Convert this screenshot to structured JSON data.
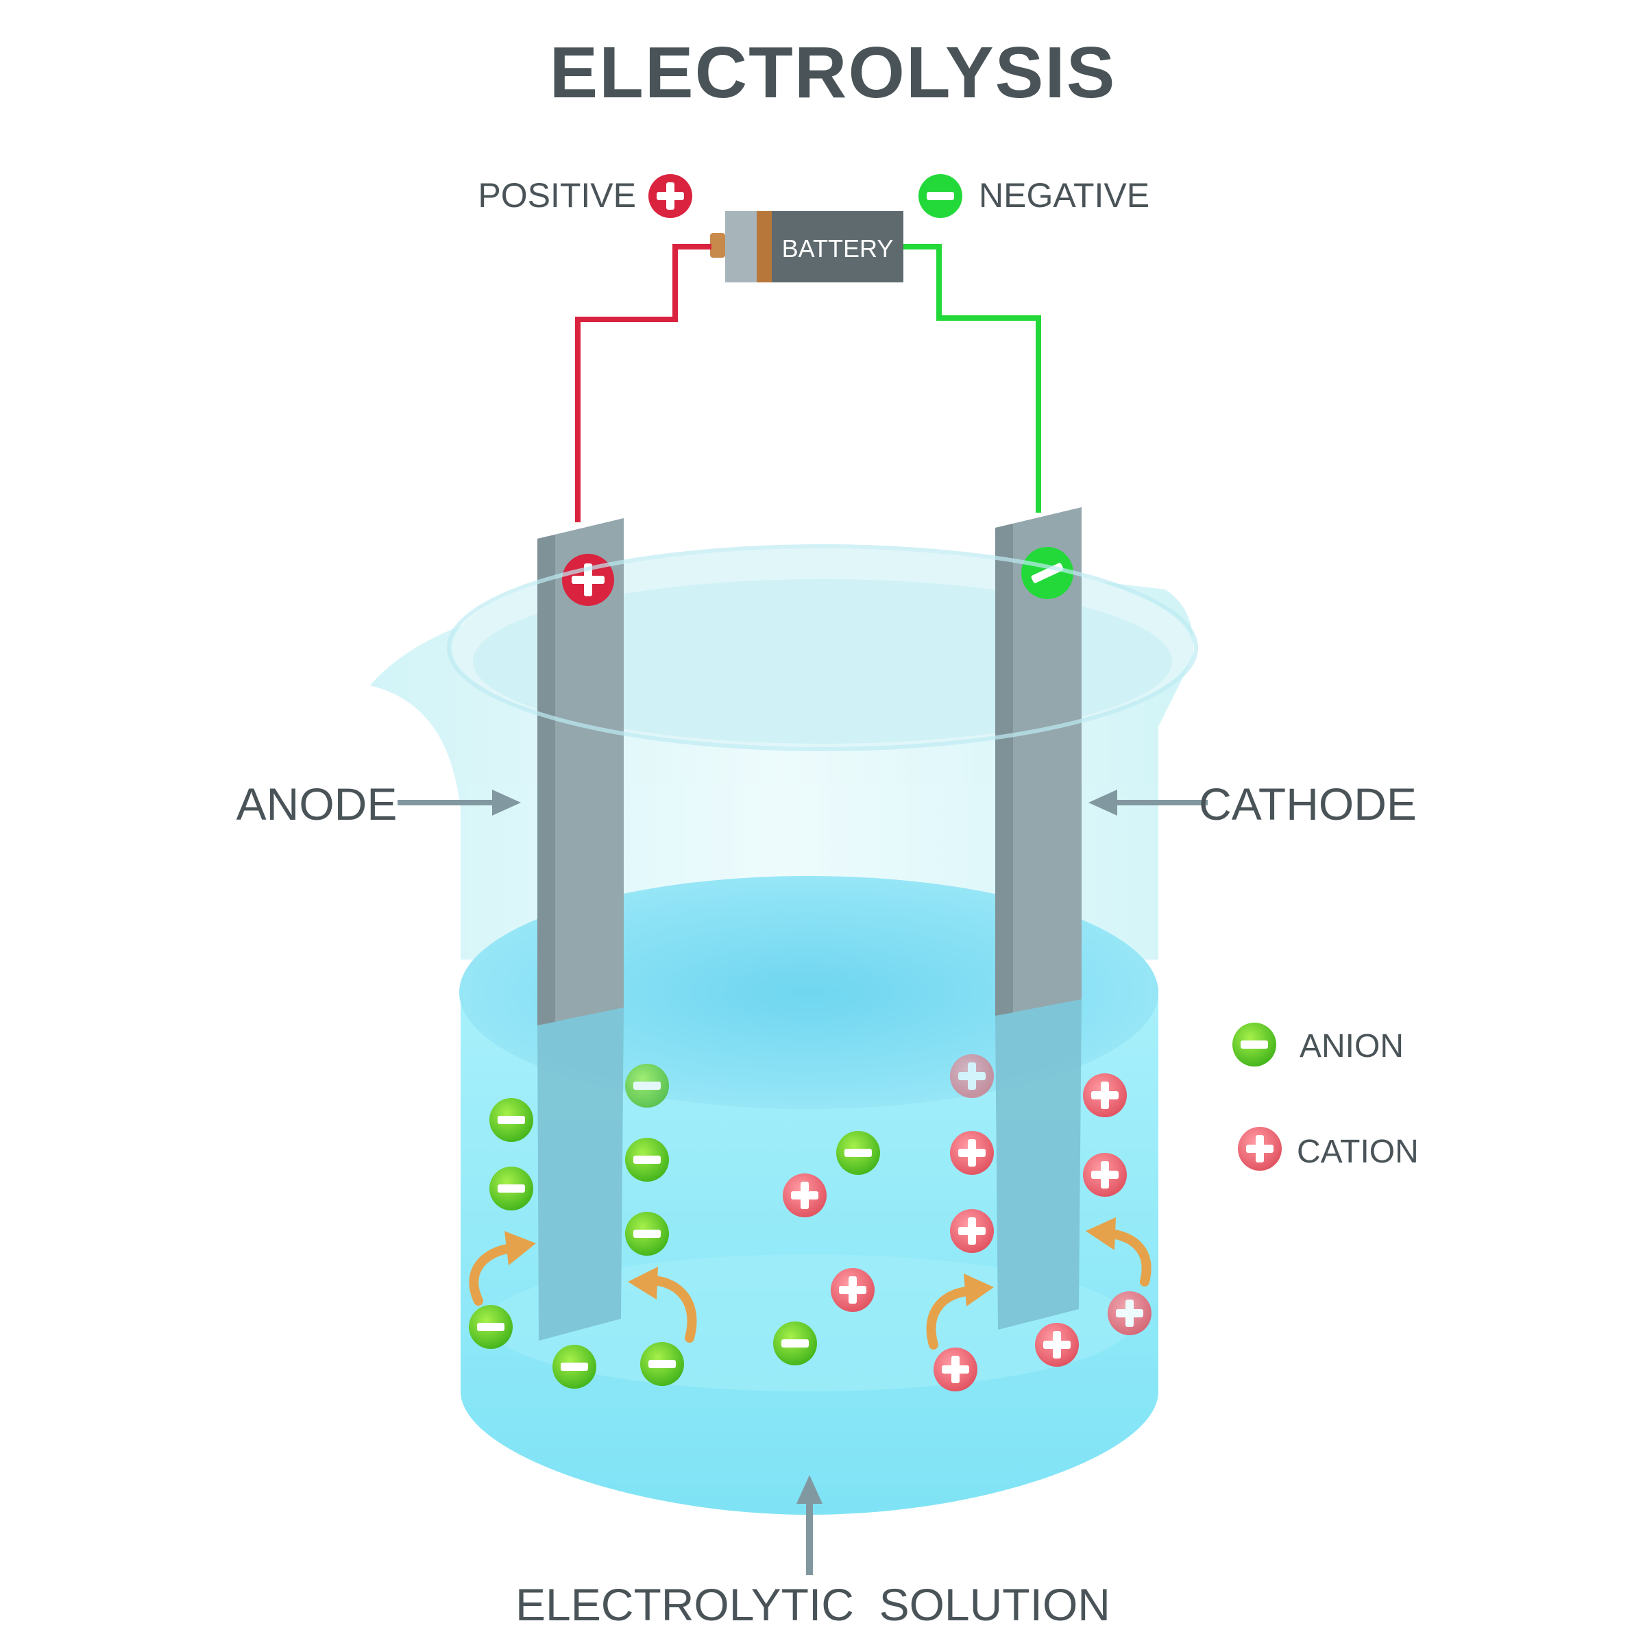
{
  "title": "ELECTROLYSIS",
  "battery": {
    "label": "BATTERY"
  },
  "terminals": {
    "positive_label": "POSITIVE",
    "negative_label": "NEGATIVE"
  },
  "electrodes": {
    "anode_label": "ANODE",
    "cathode_label": "CATHODE"
  },
  "legend": {
    "anion_label": "ANION",
    "cation_label": "CATION"
  },
  "solution": {
    "label": "ELECTROLYTIC  SOLUTION"
  },
  "colors": {
    "text": "#4a5458",
    "positive": "#d9233f",
    "negative": "#23d93a",
    "anion": "#5cc31e",
    "cation": "#e8626e",
    "electrode": "#93a7ad",
    "battery_body": "#5e6a6e",
    "solution": "#7fe6f7",
    "arrow_orange": "#e6a24a"
  },
  "icons": [
    "plus-icon",
    "minus-icon",
    "battery-icon",
    "arrow-right-icon",
    "arrow-left-icon",
    "arrow-up-icon",
    "curved-arrow-icon"
  ]
}
